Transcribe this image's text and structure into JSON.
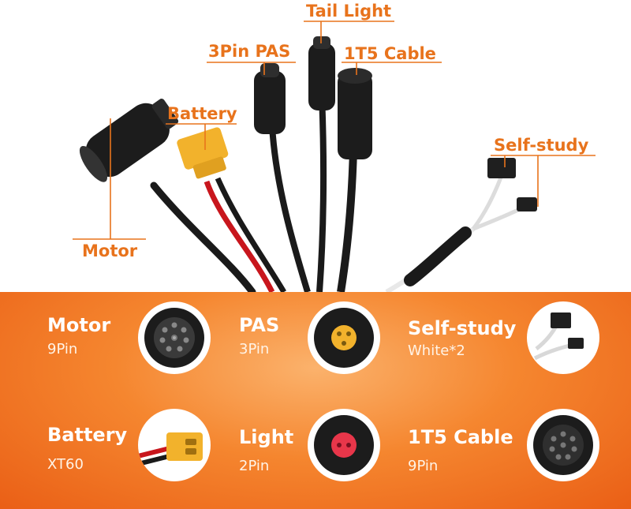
{
  "callouts": {
    "tail_light": "Tail Light",
    "pas_3pin": "3Pin PAS",
    "cable_1t5": "1T5 Cable",
    "battery": "Battery",
    "self_study": "Self-study",
    "motor": "Motor"
  },
  "legend": [
    {
      "title": "Motor",
      "sub": "9Pin",
      "icon": "motor-connector-icon"
    },
    {
      "title": "PAS",
      "sub": "3Pin",
      "icon": "pas-connector-icon"
    },
    {
      "title": "Self-study",
      "sub": "White*2",
      "icon": "self-study-connector-icon"
    },
    {
      "title": "Battery",
      "sub": "XT60",
      "icon": "battery-connector-icon"
    },
    {
      "title": "Light",
      "sub": "2Pin",
      "icon": "light-connector-icon"
    },
    {
      "title": "1T5 Cable",
      "sub": "9Pin",
      "icon": "cable-1t5-connector-icon"
    }
  ],
  "colors": {
    "accent_orange": "#e8731c",
    "band_orange": "#f5862f",
    "cable_black": "#1a1a1a",
    "wire_red": "#c8161d",
    "xt60_yellow": "#f2b22c"
  }
}
